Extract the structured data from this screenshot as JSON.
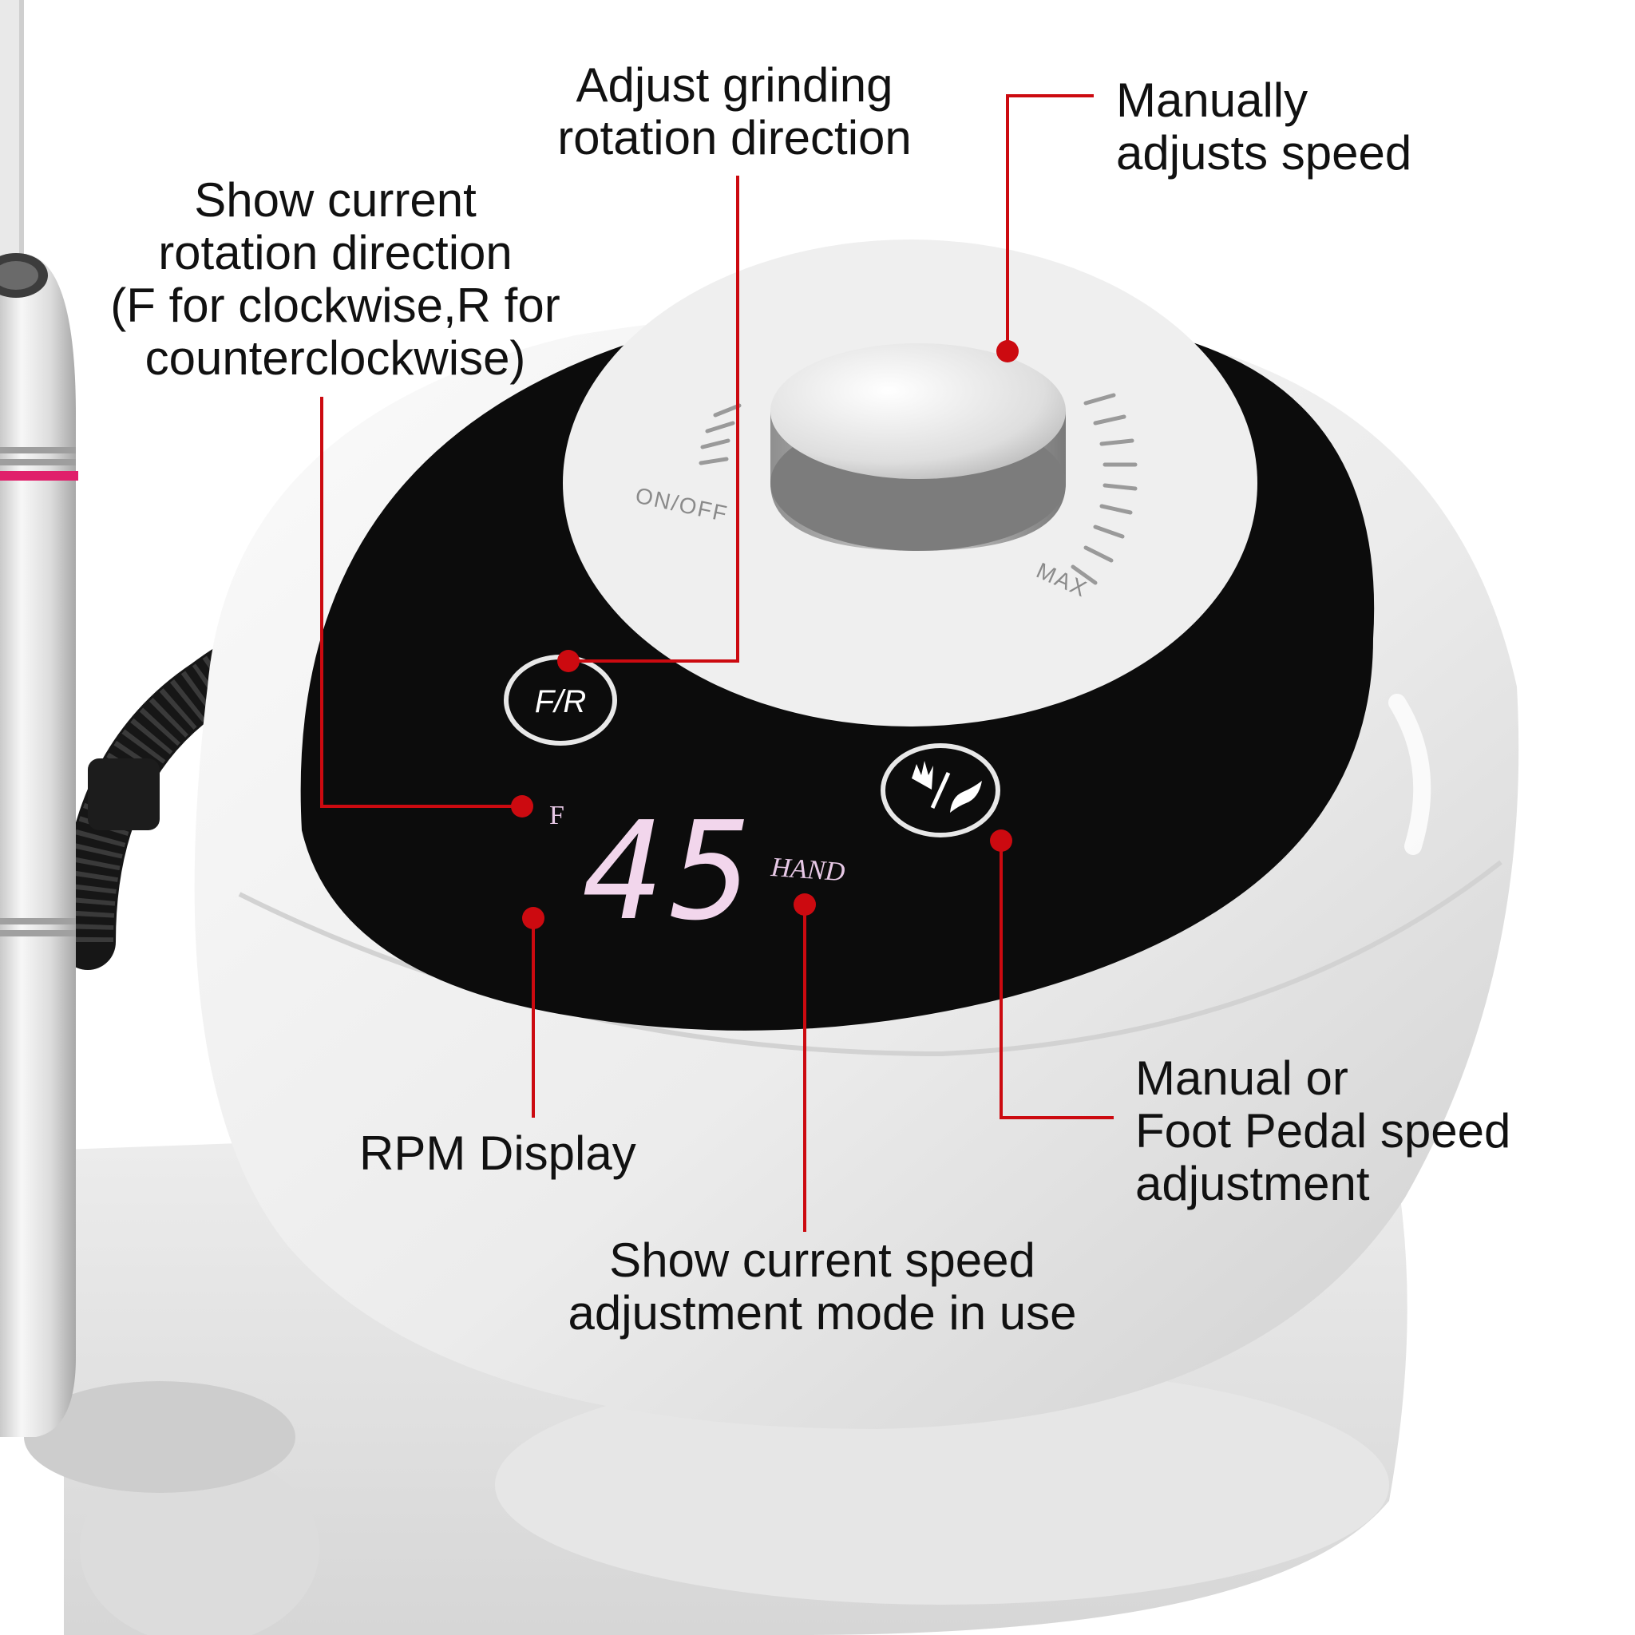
{
  "device": {
    "knob_labels": {
      "on_off": "ON/OFF",
      "max": "MAX"
    },
    "direction_button": "F/R",
    "display": {
      "direction": "F",
      "value": "45",
      "mode": "HAND"
    }
  },
  "callouts": {
    "grinding": {
      "line1": "Adjust grinding",
      "line2": "rotation direction"
    },
    "speed": {
      "line1": "Manually",
      "line2": "adjusts speed"
    },
    "direction": {
      "line1": "Show current",
      "line2": "rotation direction",
      "line3": "(F for clockwise,R for",
      "line4": "counterclockwise)"
    },
    "rpm": {
      "line1": "RPM Display"
    },
    "mode_display": {
      "line1": "Show current speed",
      "line2": "adjustment mode in use"
    },
    "pedal": {
      "line1": "Manual or",
      "line2": "Foot Pedal speed",
      "line3": "adjustment"
    }
  },
  "colors": {
    "annotation_red": "#cc0a10",
    "panel_black": "#0c0c0c",
    "body_white": "#f1f1f1",
    "display_pink": "#f2d6ec",
    "accent_magenta": "#e0206b"
  }
}
